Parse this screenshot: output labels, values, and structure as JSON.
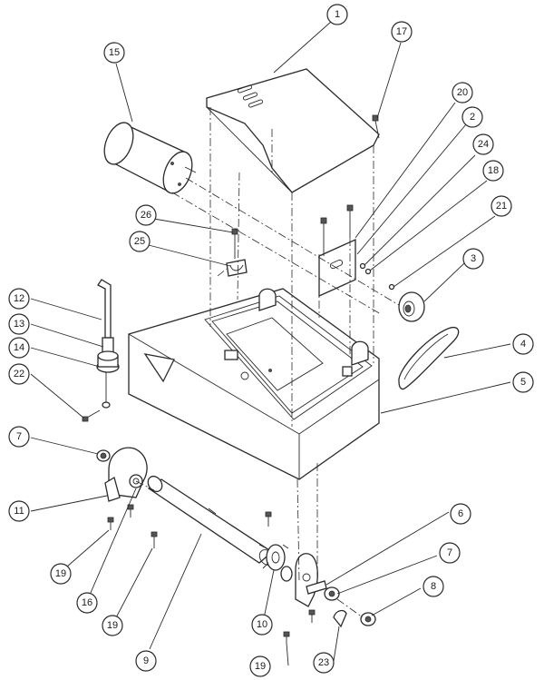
{
  "diagram": {
    "callouts": [
      {
        "id": "1",
        "label": "1"
      },
      {
        "id": "2",
        "label": "2"
      },
      {
        "id": "3",
        "label": "3"
      },
      {
        "id": "4",
        "label": "4"
      },
      {
        "id": "5",
        "label": "5"
      },
      {
        "id": "6",
        "label": "6"
      },
      {
        "id": "7a",
        "label": "7"
      },
      {
        "id": "7b",
        "label": "7"
      },
      {
        "id": "8",
        "label": "8"
      },
      {
        "id": "9",
        "label": "9"
      },
      {
        "id": "10",
        "label": "10"
      },
      {
        "id": "11",
        "label": "11"
      },
      {
        "id": "12",
        "label": "12"
      },
      {
        "id": "13",
        "label": "13"
      },
      {
        "id": "14",
        "label": "14"
      },
      {
        "id": "15",
        "label": "15"
      },
      {
        "id": "16",
        "label": "16"
      },
      {
        "id": "17",
        "label": "17"
      },
      {
        "id": "18",
        "label": "18"
      },
      {
        "id": "19a",
        "label": "19"
      },
      {
        "id": "19b",
        "label": "19"
      },
      {
        "id": "19c",
        "label": "19"
      },
      {
        "id": "20",
        "label": "20"
      },
      {
        "id": "21",
        "label": "21"
      },
      {
        "id": "22",
        "label": "22"
      },
      {
        "id": "23",
        "label": "23"
      },
      {
        "id": "24",
        "label": "24"
      },
      {
        "id": "25",
        "label": "25"
      },
      {
        "id": "26",
        "label": "26"
      }
    ]
  }
}
